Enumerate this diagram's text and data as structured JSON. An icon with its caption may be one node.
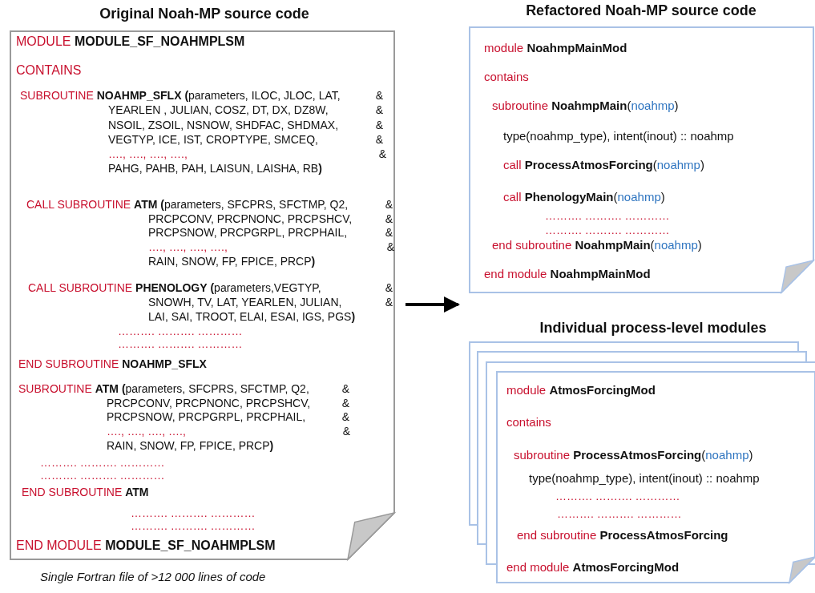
{
  "diagram": {
    "nodes": [
      {
        "text": [
          "Original Noah-MP source code",
          "MODULE **MODULE_SF_NOAHMPLSM**",
          "CONTAINS",
          "SUBROUTINE **NOAHMP_SFLX** **(**parameters, ILOC, JLOC, LAT, &",
          "YEARLEN , JULIAN, COSZ, DT, DX, DZ8W, &",
          "NSOIL, ZSOIL, NSNOW, SHDFAC, SHDMAX, &",
          "VEGTYP, ICE, IST, CROPTYPE, SMCEQ, &",
          "…., …., …., …., &",
          "PAHG, PAHB, PAH, LAISUN, LAISHA, RB**)**",
          "CALL SUBROUTINE **ATM** **(**parameters, SFCPRS, SFCTMP, Q2, &",
          "PRCPCONV, PRCPNONC, PRCPSHCV, &",
          "PRCPSNOW, PRCPGRPL, PRCPHAIL, &",
          "…., …., …., …., &",
          "RAIN, SNOW, FP, FPICE, PRCP**)**",
          "CALL SUBROUTINE **PHENOLOGY** **(**parameters,VEGTYP, &",
          "SNOWH, TV, LAT, YEARLEN, JULIAN, &",
          "LAI, SAI, TROOT, ELAI, ESAI, IGS, PGS**)**",
          "………. ………. …………",
          "………. ………. …………",
          "END SUBROUTINE **NOAHMP_SFLX**",
          "SUBROUTINE **ATM** **(**parameters, SFCPRS, SFCTMP, Q2, &",
          "PRCPCONV, PRCPNONC, PRCPSHCV, &",
          "PRCPSNOW, PRCPGRPL, PRCPHAIL, &",
          "…., …., …., …., &",
          "RAIN, SNOW, FP, FPICE, PRCP**)**",
          "………. ………. …………",
          "………. ………. …………",
          "END SUBROUTINE **ATM**",
          "………. ………. …………",
          "………. ………. …………",
          "END MODULE **MODULE_SF_NOAHMPLSM**"
        ],
        "beside": [
          "Single Fortran file of >12 000 lines of code"
        ]
      },
      {
        "text": [
          "Refactored Noah-MP source code",
          "module **NoahmpMainMod**",
          "contains",
          "subroutine **NoahmpMain**(noahmp)",
          "type(noahmp_type), intent(inout) :: noahmp",
          "call **ProcessAtmosForcing**(noahmp)",
          "call **PhenologyMain**(noahmp)",
          "………. ………. …………",
          "………. ………. …………",
          "end subroutine **NoahmpMain**(noahmp)",
          "end module **NoahmpMainMod**"
        ]
      },
      {
        "text": [
          "Individual process-level modules",
          "module **AtmosForcingMod**",
          "contains",
          "subroutine **ProcessAtmosForcing**(noahmp)",
          "type(noahmp_type), intent(inout) :: noahmp",
          "………. ………. …………",
          "………. ………. …………",
          "end subroutine **ProcessAtmosForcing**",
          "end module **AtmosForcingMod**"
        ]
      }
    ],
    "edges": [
      {
        "from": 0,
        "to": 1,
        "arrow": "to"
      }
    ]
  }
}
